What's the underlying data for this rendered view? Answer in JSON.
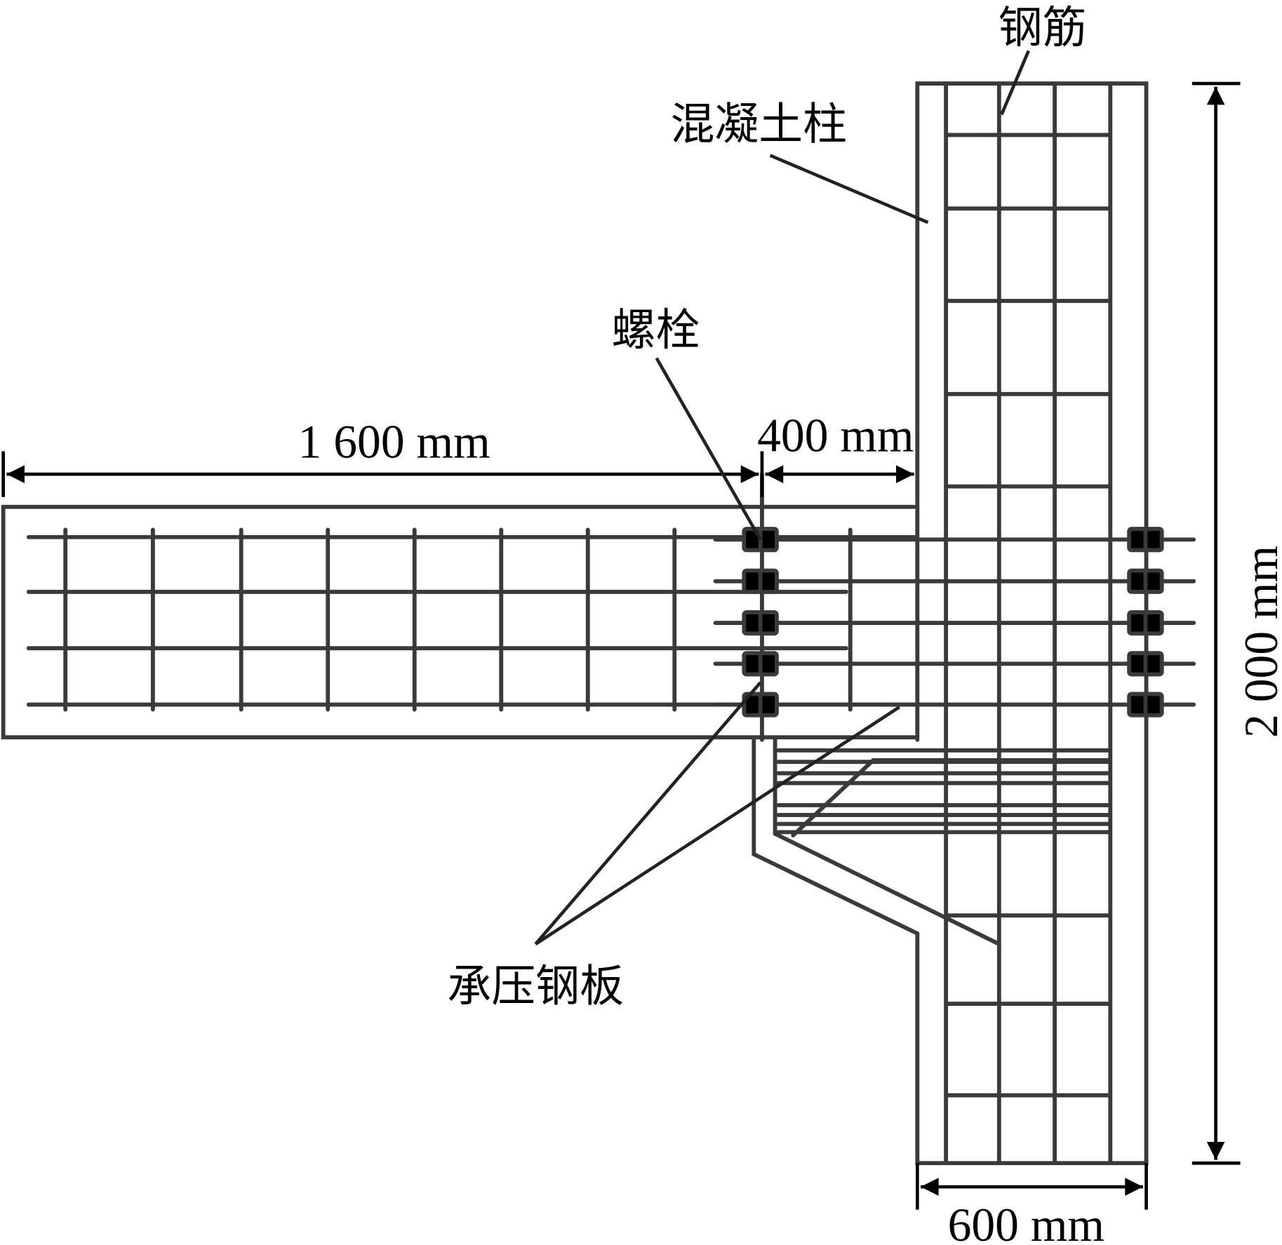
{
  "labels": {
    "rebar": "钢筋",
    "concrete_column": "混凝土柱",
    "bolt": "螺栓",
    "bearing_plate": "承压钢板"
  },
  "dimensions": {
    "beam_length": "1 600 mm",
    "joint_length": "400 mm",
    "column_height": "2 000 mm",
    "column_width": "600 mm"
  }
}
